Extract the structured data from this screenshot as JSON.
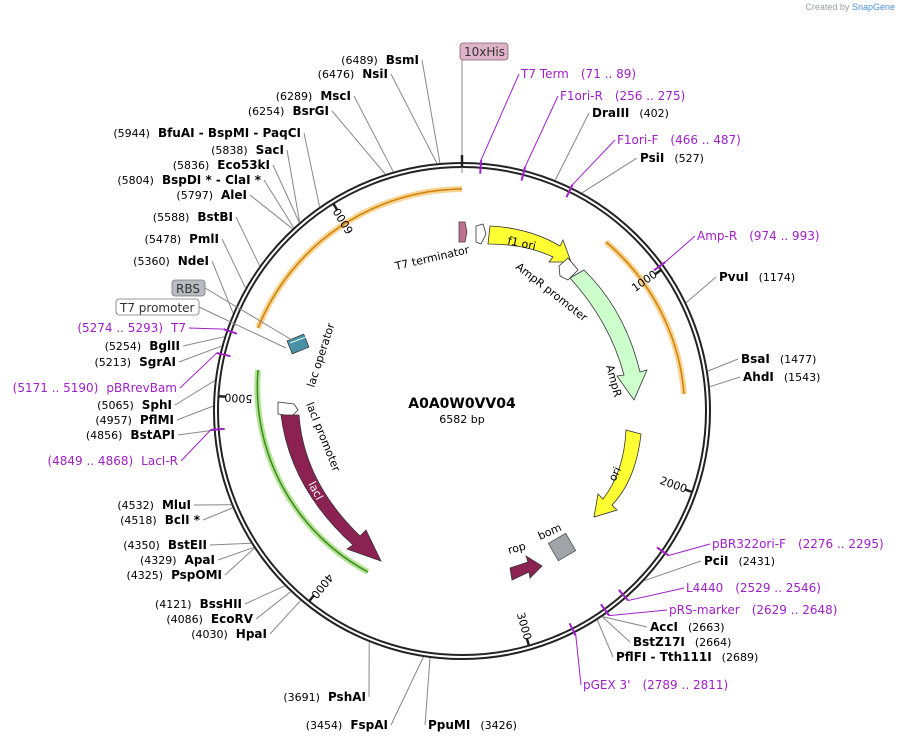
{
  "credit": {
    "prefix": "Created by",
    "brand": "SnapGene"
  },
  "plasmid": {
    "name": "A0A0W0VV04",
    "size_label": "6582 bp",
    "length": 6582
  },
  "ticks": [
    {
      "pos": 1000,
      "label": "1000"
    },
    {
      "pos": 2000,
      "label": "2000"
    },
    {
      "pos": 3000,
      "label": "3000"
    },
    {
      "pos": 4000,
      "label": "4000"
    },
    {
      "pos": 5000,
      "label": "5000"
    },
    {
      "pos": 6000,
      "label": "6000"
    }
  ],
  "enzymes": [
    {
      "name": "BsmI",
      "pos_label": "(6489)",
      "pos": 6489
    },
    {
      "name": "NsiI",
      "pos_label": "(6476)",
      "pos": 6476
    },
    {
      "name": "MscI",
      "pos_label": "(6289)",
      "pos": 6289
    },
    {
      "name": "BsrGI",
      "pos_label": "(6254)",
      "pos": 6254
    },
    {
      "name": "BfuAI  - BspMI  - PaqCI",
      "pos_label": "(5944)",
      "pos": 5944
    },
    {
      "name": "SacI",
      "pos_label": "(5838)",
      "pos": 5838
    },
    {
      "name": "Eco53kI",
      "pos_label": "(5836)",
      "pos": 5836
    },
    {
      "name": "BspDI *  - ClaI *",
      "pos_label": "(5804)",
      "pos": 5804
    },
    {
      "name": "AleI",
      "pos_label": "(5797)",
      "pos": 5797
    },
    {
      "name": "BstBI",
      "pos_label": "(5588)",
      "pos": 5588
    },
    {
      "name": "PmlI",
      "pos_label": "(5478)",
      "pos": 5478
    },
    {
      "name": "NdeI",
      "pos_label": "(5360)",
      "pos": 5360
    },
    {
      "name": "BglII",
      "pos_label": "(5254)",
      "pos": 5254
    },
    {
      "name": "SgrAI",
      "pos_label": "(5213)",
      "pos": 5213
    },
    {
      "name": "SphI",
      "pos_label": "(5065)",
      "pos": 5065
    },
    {
      "name": "PflMI",
      "pos_label": "(4957)",
      "pos": 4957
    },
    {
      "name": "BstAPI",
      "pos_label": "(4856)",
      "pos": 4856
    },
    {
      "name": "MluI",
      "pos_label": "(4532)",
      "pos": 4532
    },
    {
      "name": "BclI *",
      "pos_label": "(4518)",
      "pos": 4518
    },
    {
      "name": "BstEII",
      "pos_label": "(4350)",
      "pos": 4350
    },
    {
      "name": "ApaI",
      "pos_label": "(4329)",
      "pos": 4329
    },
    {
      "name": "PspOMI",
      "pos_label": "(4325)",
      "pos": 4325
    },
    {
      "name": "BssHII",
      "pos_label": "(4121)",
      "pos": 4121
    },
    {
      "name": "EcoRV",
      "pos_label": "(4086)",
      "pos": 4086
    },
    {
      "name": "HpaI",
      "pos_label": "(4030)",
      "pos": 4030
    },
    {
      "name": "PshAI",
      "pos_label": "(3691)",
      "pos": 3691
    },
    {
      "name": "FspAI",
      "pos_label": "(3454)",
      "pos": 3454
    },
    {
      "name": "PpuMI",
      "pos_label": "(3426)",
      "pos": 3426
    },
    {
      "name": "DraIII",
      "pos_label": "(402)",
      "pos": 402
    },
    {
      "name": "PsiI",
      "pos_label": "(527)",
      "pos": 527
    },
    {
      "name": "PvuI",
      "pos_label": "(1174)",
      "pos": 1174
    },
    {
      "name": "BsaI",
      "pos_label": "(1477)",
      "pos": 1477
    },
    {
      "name": "AhdI",
      "pos_label": "(1543)",
      "pos": 1543
    },
    {
      "name": "PciI",
      "pos_label": "(2431)",
      "pos": 2431
    },
    {
      "name": "AccI",
      "pos_label": "(2663)",
      "pos": 2663
    },
    {
      "name": "BstZ17I",
      "pos_label": "(2664)",
      "pos": 2664
    },
    {
      "name": "PflFI  - Tth111I",
      "pos_label": "(2689)",
      "pos": 2689
    }
  ],
  "primers": [
    {
      "name": "T7 Term",
      "range": "(71 .. 89)",
      "pos": 80
    },
    {
      "name": "F1ori-R",
      "range": "(256 .. 275)",
      "pos": 265
    },
    {
      "name": "F1ori-F",
      "range": "(466 .. 487)",
      "pos": 476
    },
    {
      "name": "Amp-R",
      "range": "(974 .. 993)",
      "pos": 983
    },
    {
      "name": "pBR322ori-F",
      "range": "(2276 .. 2295)",
      "pos": 2285
    },
    {
      "name": "L4440",
      "range": "(2529 .. 2546)",
      "pos": 2537
    },
    {
      "name": "pRS-marker",
      "range": "(2629 .. 2648)",
      "pos": 2638
    },
    {
      "name": "pGEX 3'",
      "range": "(2789 .. 2811)",
      "pos": 2800
    },
    {
      "name": "T7",
      "range": "(5274 .. 5293)",
      "pos": 5283
    },
    {
      "name": "pBRrevBam",
      "range": "(5171 .. 5190)",
      "pos": 5180
    },
    {
      "name": "LacI-R",
      "range": "(4849 .. 4868)",
      "pos": 4858
    }
  ],
  "features": [
    {
      "name": "10xHis",
      "kind": "boxed",
      "color": "#e0b4c8"
    },
    {
      "name": "RBS",
      "kind": "boxed",
      "color": "#b8bcc0"
    },
    {
      "name": "T7 promoter",
      "kind": "boxed",
      "color": "#ffffff"
    },
    {
      "name": "T7 terminator",
      "kind": "label",
      "color": "#c07090"
    },
    {
      "name": "f1 ori",
      "kind": "arrow",
      "color": "#ffff33"
    },
    {
      "name": "AmpR promoter",
      "kind": "label",
      "color": "#ffffff"
    },
    {
      "name": "AmpR",
      "kind": "label",
      "color": "#ccffcc"
    },
    {
      "name": "ori",
      "kind": "arrow",
      "color": "#ffff33"
    },
    {
      "name": "rop",
      "kind": "label",
      "color": "#8b2252"
    },
    {
      "name": "bom",
      "kind": "label",
      "color": "#a0a4a8"
    },
    {
      "name": "lac operator",
      "kind": "label",
      "color": "#4a8fa8"
    },
    {
      "name": "lacI promoter",
      "kind": "label",
      "color": "#ffffff"
    },
    {
      "name": "lacI",
      "kind": "arrow",
      "color": "#8b2252"
    }
  ]
}
